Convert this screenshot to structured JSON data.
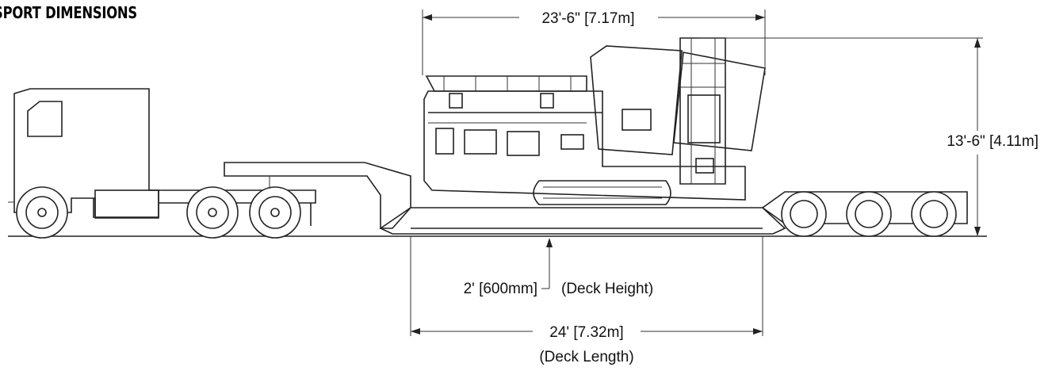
{
  "title": "SPORT DIMENSIONS",
  "dimensions": {
    "overall_length": "23'-6\" [7.17m]",
    "overall_height": "13'-6\" [4.11m]",
    "deck_height_value": "2' [600mm]",
    "deck_height_label": "(Deck Height)",
    "deck_length_value": "24' [7.32m]",
    "deck_length_label": "(Deck Length)"
  }
}
